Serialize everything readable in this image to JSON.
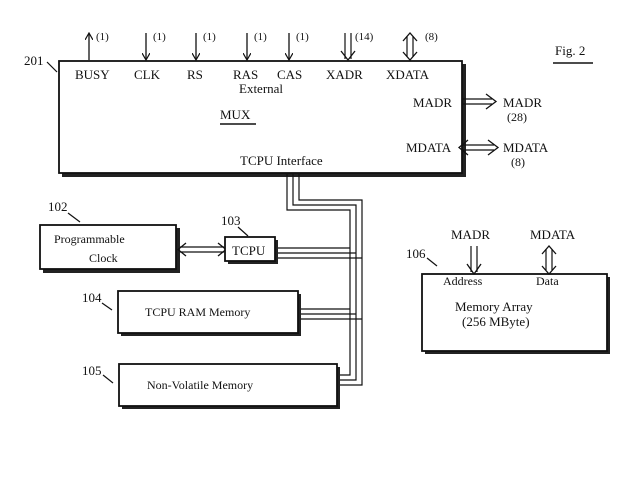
{
  "figure_label": "Fig. 2",
  "mux_block": {
    "ref": "201",
    "title": "MUX",
    "interface_label": "TCPU Interface",
    "external_label": "External",
    "signals": [
      {
        "name": "BUSY",
        "width": "(1)"
      },
      {
        "name": "CLK",
        "width": "(1)"
      },
      {
        "name": "RS",
        "width": "(1)"
      },
      {
        "name": "RAS",
        "width": "(1)"
      },
      {
        "name": "CAS",
        "width": "(1)"
      },
      {
        "name": "XADR",
        "width": "(14)"
      },
      {
        "name": "XDATA",
        "width": "(8)"
      }
    ],
    "madr": {
      "inner": "MADR",
      "outer": "MADR",
      "width": "(28)"
    },
    "mdata": {
      "inner": "MDATA",
      "outer": "MDATA",
      "width": "(8)"
    }
  },
  "blocks": {
    "clock": {
      "ref": "102",
      "line1": "Programmable",
      "line2": "Clock"
    },
    "tcpu": {
      "ref": "103",
      "label": "TCPU"
    },
    "ram": {
      "ref": "104",
      "label": "TCPU RAM Memory"
    },
    "nvm": {
      "ref": "105",
      "label": "Non-Volatile Memory"
    },
    "memory_array": {
      "ref": "106",
      "madr_label": "MADR",
      "mdata_label": "MDATA",
      "address_label": "Address",
      "data_label": "Data",
      "line1": "Memory Array",
      "line2": "(256 MByte)"
    }
  }
}
